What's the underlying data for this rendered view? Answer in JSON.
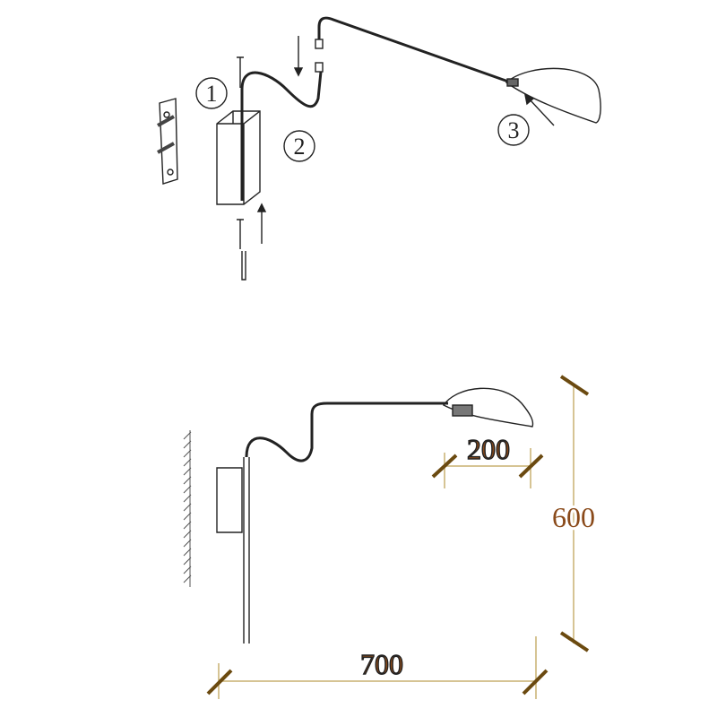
{
  "assembly": {
    "steps": [
      "1",
      "2",
      "3"
    ]
  },
  "dimensions": {
    "shade_width": "200",
    "height": "600",
    "arm_reach": "700"
  },
  "colors": {
    "dimension_text": "#8a4a1a",
    "dimension_tick": "#6b4a10",
    "dimension_line": "#c8b070",
    "drawing": "#222222"
  }
}
